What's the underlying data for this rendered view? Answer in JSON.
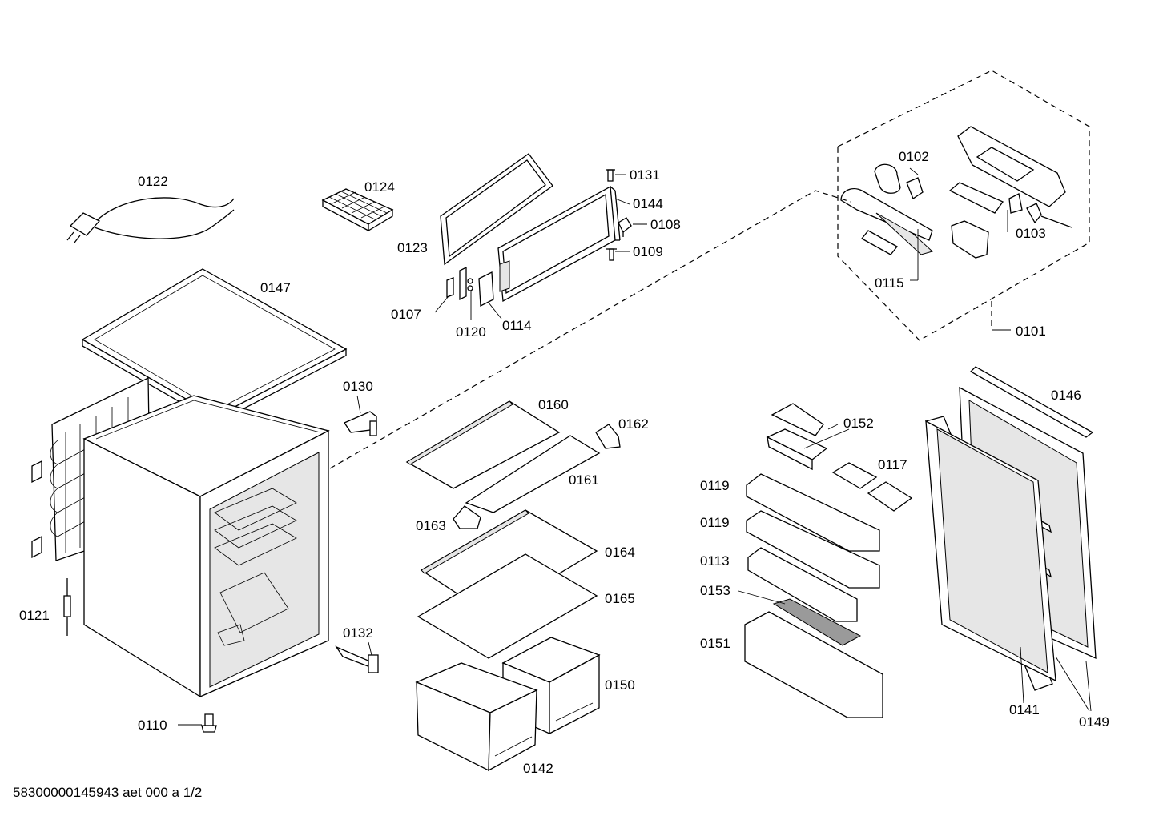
{
  "labels": {
    "p0101": "0101",
    "p0102": "0102",
    "p0103": "0103",
    "p0107": "0107",
    "p0108": "0108",
    "p0109": "0109",
    "p0110": "0110",
    "p0113": "0113",
    "p0114": "0114",
    "p0115": "0115",
    "p0117": "0117",
    "p0119": "0119",
    "p0120": "0120",
    "p0121": "0121",
    "p0122": "0122",
    "p0123": "0123",
    "p0124": "0124",
    "p0130": "0130",
    "p0131": "0131",
    "p0132": "0132",
    "p0141": "0141",
    "p0142": "0142",
    "p0144": "0144",
    "p0146": "0146",
    "p0147": "0147",
    "p0149": "0149",
    "p0150": "0150",
    "p0151": "0151",
    "p0152": "0152",
    "p0153": "0153",
    "p0160": "0160",
    "p0161": "0161",
    "p0162": "0162",
    "p0163": "0163",
    "p0164": "0164",
    "p0165": "0165"
  },
  "footer": "58300000145943 aet 000 a 1/2"
}
